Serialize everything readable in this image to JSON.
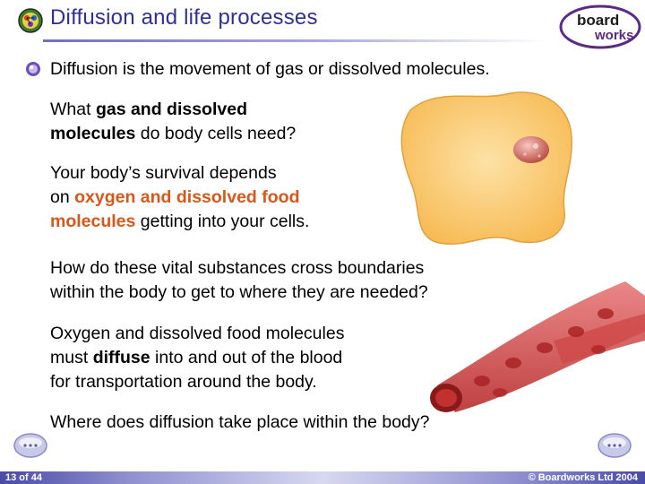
{
  "header": {
    "title": "Diffusion and life processes",
    "logo_line1": "board",
    "logo_line2": "works"
  },
  "content": {
    "bullet_text": "Diffusion is the movement of gas or dissolved molecules.",
    "q1_pre": "What ",
    "q1_bold_a": "gas and dissolved",
    "q1_bold_b": "molecules",
    "q1_post": " do body cells need?",
    "p2_line1": "Your body’s survival depends",
    "p2_line2_pre": "on ",
    "p2_line2_orange": "oxygen and dissolved food",
    "p2_line3_orange": "molecules",
    "p2_line3_post": " getting into your cells.",
    "p3_line1": "How do these vital substances cross boundaries",
    "p3_line2": "within the body to get to where they are needed?",
    "p4_line1": "Oxygen and dissolved food molecules",
    "p4_line2_pre": "must ",
    "p4_line2_bold": "diffuse",
    "p4_line2_post": " into and out of the blood",
    "p4_line3": "for transportation around the body.",
    "p5": "Where does diffusion take place within the body?"
  },
  "footer": {
    "page": "13 of 44",
    "copyright": "© Boardworks Ltd 2004"
  },
  "colors": {
    "title": "#2f2f9a",
    "highlight": "#d8571a",
    "cell_fill": "#fbd07a",
    "vessel": "#c23030"
  },
  "icons": {
    "title_icon": "flask-molecule-icon",
    "bullet": "purple-bullet-icon",
    "prev": "prev-arrow-icon",
    "next": "next-arrow-icon"
  }
}
